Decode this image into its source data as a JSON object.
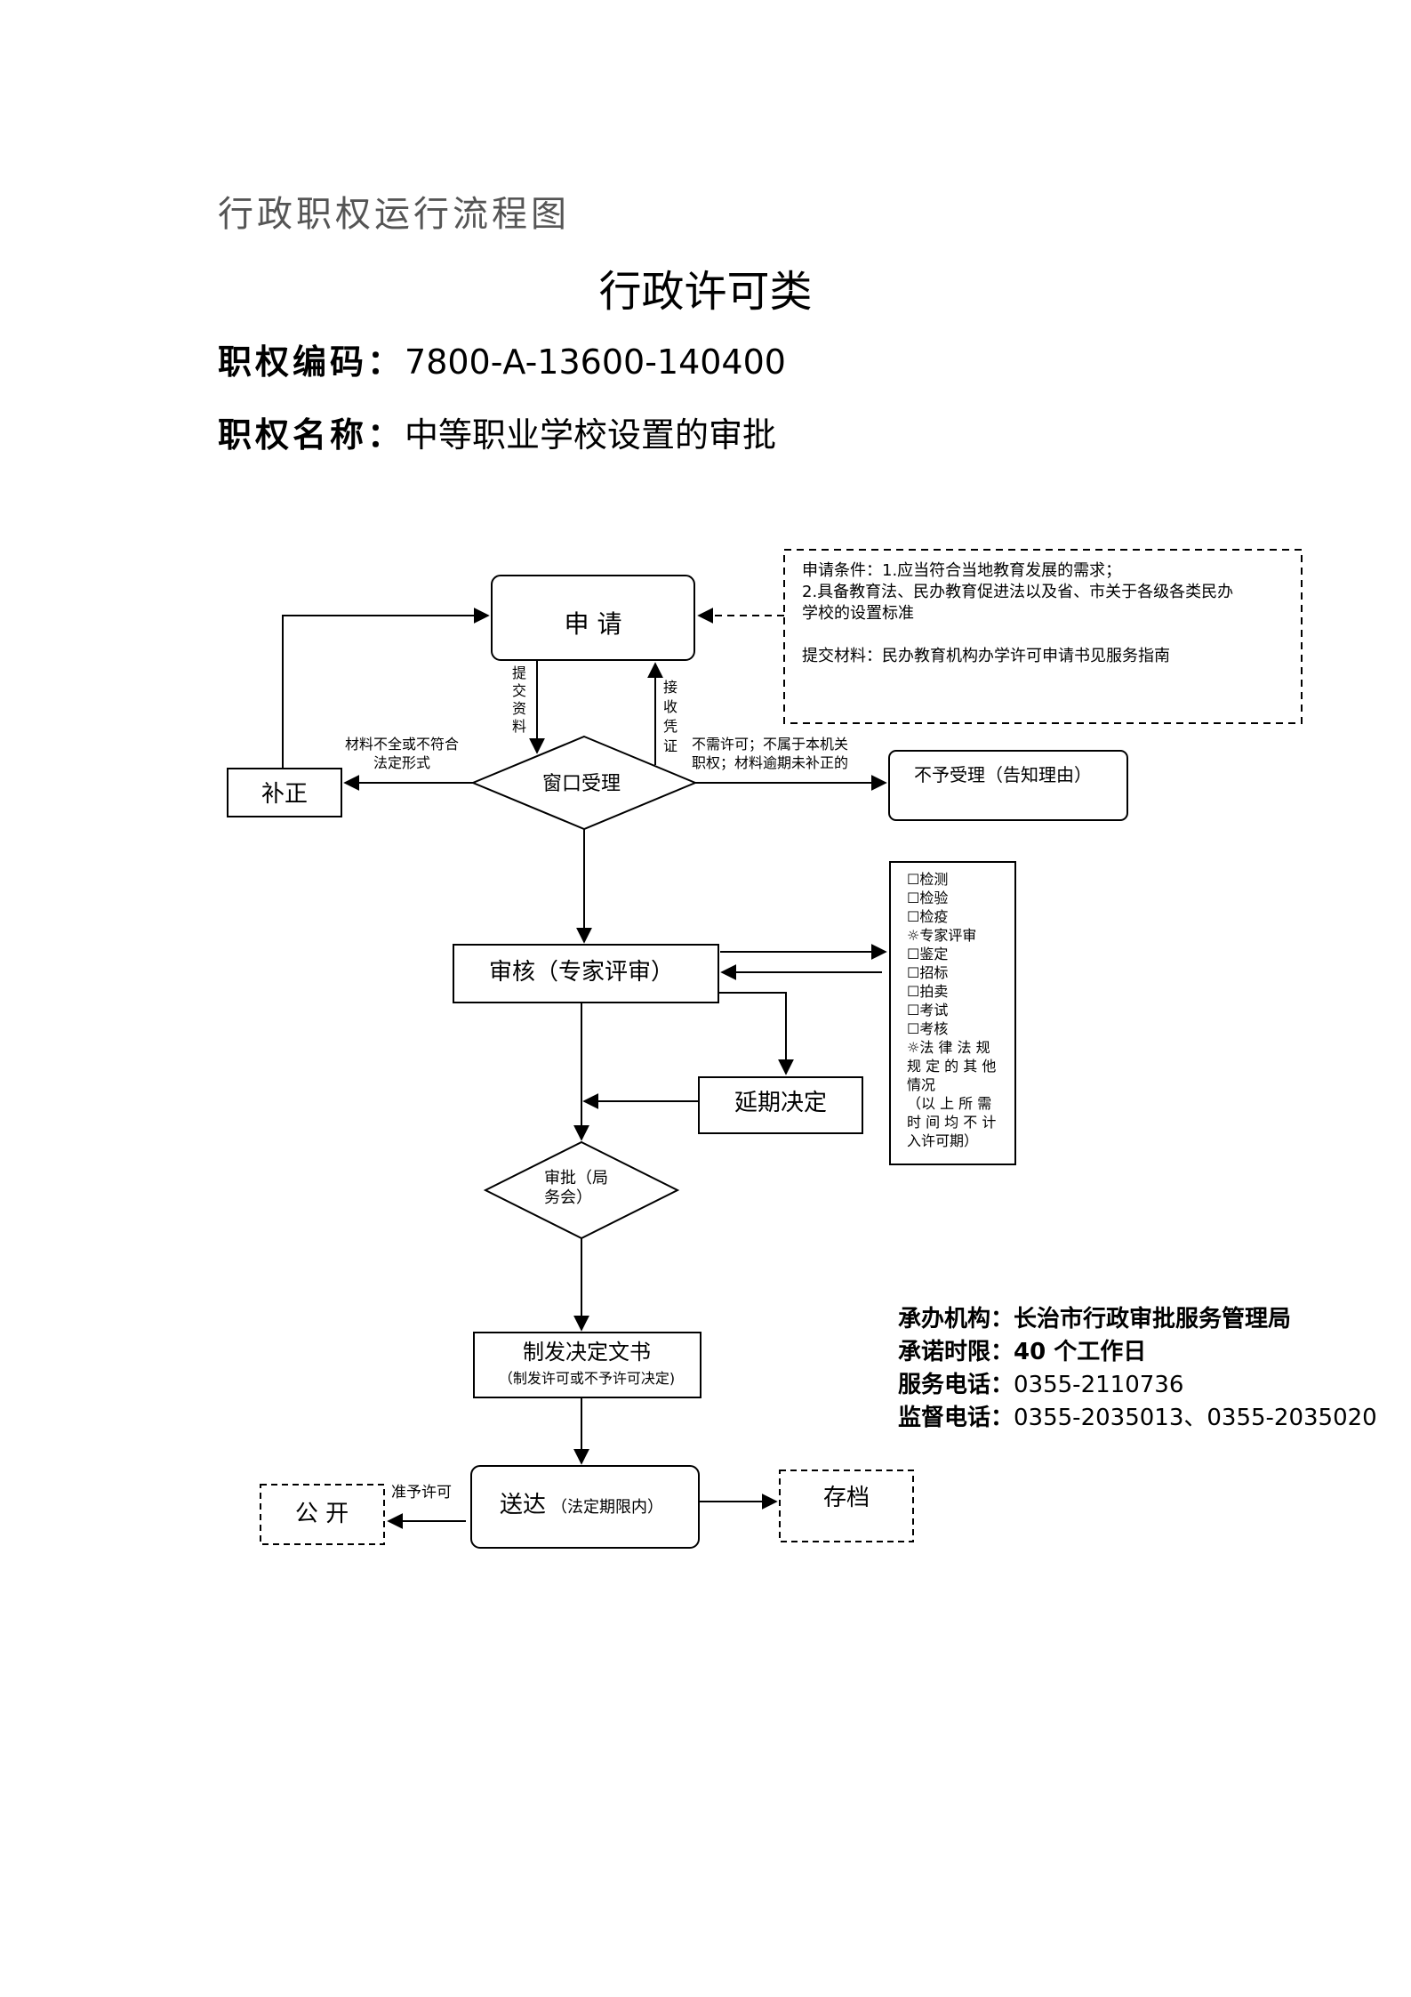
{
  "doc_title": "行政职权运行流程图",
  "category": "行政许可类",
  "code_label": "职权编码：",
  "code_value": "7800-A-13600-140400",
  "name_label": "职权名称：",
  "name_value": "中等职业学校设置的审批",
  "flow": {
    "apply": "申 请",
    "condition_line1": "申请条件：1.应当符合当地教育发展的需求；",
    "condition_line2": "2.具备教育法、民办教育促进法以及省、市关于各级各类民办",
    "condition_line3": "学校的设置标准",
    "materials_line": "提交材料：民办教育机构办学许可申请书见服务指南",
    "submit_label": [
      "提",
      "交",
      "资",
      "料"
    ],
    "receipt_label": [
      "接",
      "收",
      "凭",
      "证"
    ],
    "window": "窗口受理",
    "supplement": "补正",
    "incomplete_line1": "材料不全或不符合",
    "incomplete_line2": "法定形式",
    "reject_line1": "不需许可；不属于本机关",
    "reject_line2": "职权；材料逾期未补正的",
    "reject_box": "不予受理（告知理由）",
    "review": "审核（专家评审）",
    "checklist": [
      "☐检测",
      "☐检验",
      "☐检疫",
      "☼专家评审",
      "☐鉴定",
      "☐招标",
      "☐拍卖",
      "☐考试",
      "☐考核",
      "☼法 律 法 规",
      "规 定 的 其 他",
      "情况",
      "（以 上 所 需",
      "时 间 均 不 计",
      "入许可期）"
    ],
    "extend": "延期决定",
    "approve_line1": "审批（局",
    "approve_line2": "务会）",
    "decision_main": "制发决定文书",
    "decision_sub": "（制发许可或不予许可决定)",
    "deliver_main": "送达",
    "deliver_sub": "（法定期限内）",
    "publish": "公 开",
    "permit_label": "准予许可",
    "archive": "存档"
  },
  "contact": {
    "agency_label": "承办机构：",
    "agency": "长治市行政审批服务管理局",
    "limit_label": "承诺时限：",
    "limit": "40 个工作日",
    "phone_label": "服务电话：",
    "phone": "0355-2110736",
    "supervise_label": "监督电话：",
    "supervise": "0355-2035013、0355-2035020"
  }
}
